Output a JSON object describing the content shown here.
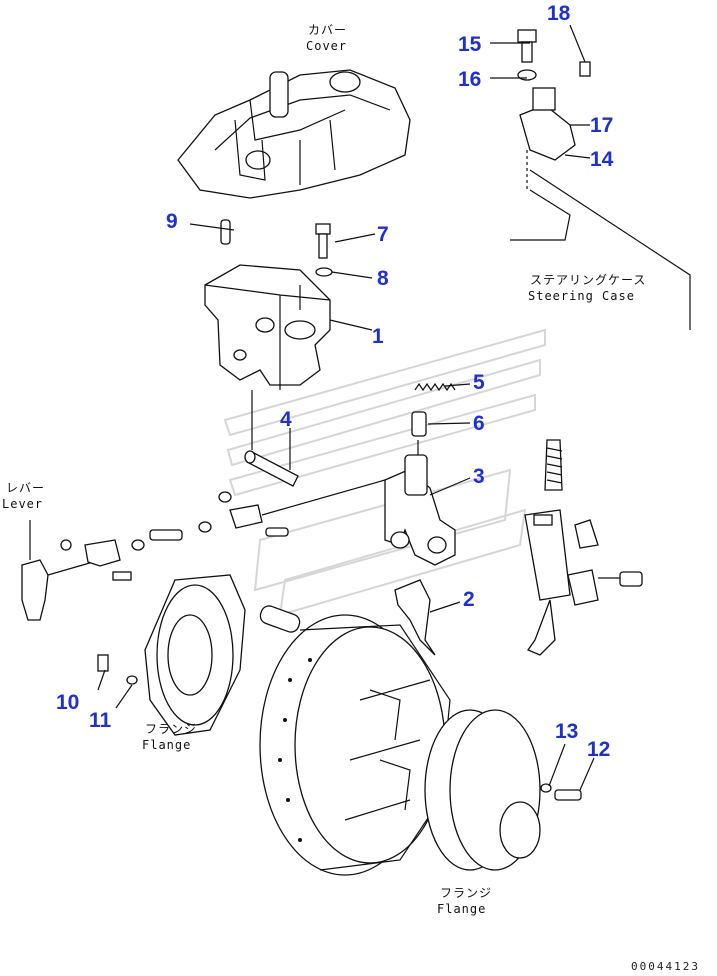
{
  "part_numbers": {
    "p1": "1",
    "p2": "2",
    "p3": "3",
    "p4": "4",
    "p5": "5",
    "p6": "6",
    "p7": "7",
    "p8": "8",
    "p9": "9",
    "p10": "10",
    "p11": "11",
    "p12": "12",
    "p13": "13",
    "p14": "14",
    "p15": "15",
    "p16": "16",
    "p17": "17",
    "p18": "18"
  },
  "labels": {
    "cover_jp": "カバー",
    "cover_en": "Cover",
    "steering_jp": "ステアリングケース",
    "steering_en": "Steering Case",
    "lever_jp": "レバー",
    "lever_en": "Lever",
    "flange_left_jp": "フランジ",
    "flange_left_en": "Flange",
    "flange_right_jp": "フランジ",
    "flange_right_en": "Flange"
  },
  "figure_code": "00044123",
  "colors": {
    "callout": "#1f2fd0",
    "line": "#111111",
    "watermark": "#d6d6d6"
  }
}
